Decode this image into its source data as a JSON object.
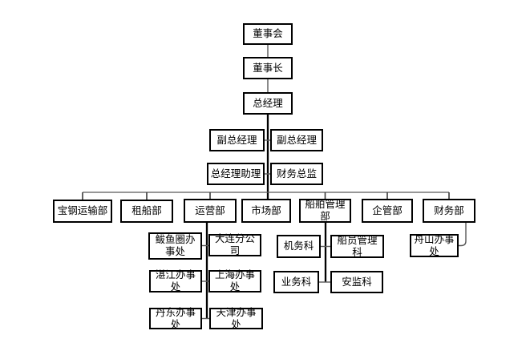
{
  "colors": {
    "background": "#ffffff",
    "box_border": "#000000",
    "box_fill": "#ffffff",
    "text": "#000000",
    "connector": "#595959",
    "drop": "#3a3a3a",
    "trunk": "#000000"
  },
  "nodes": {
    "board": {
      "label": "董事会"
    },
    "chairman": {
      "label": "董事长"
    },
    "general_manager": {
      "label": "总经理"
    },
    "deputy_gm_left": {
      "label": "副总经理"
    },
    "deputy_gm_right": {
      "label": "副总经理"
    },
    "gm_assistant": {
      "label": "总经理助理"
    },
    "finance_director": {
      "label": "财务总监"
    },
    "baosteel_transport_dept": {
      "label": "宝钢运输部"
    },
    "chartering_dept": {
      "label": "租船部"
    },
    "operations_dept": {
      "label": "运营部"
    },
    "market_dept": {
      "label": "市场部"
    },
    "ship_management_dept": {
      "label": "船舶管理部"
    },
    "enterprise_management_dept": {
      "label": "企管部"
    },
    "finance_dept": {
      "label": "财务部"
    },
    "bayuquan_office": {
      "label": "鲅鱼圈办事处"
    },
    "dalian_branch": {
      "label": "大连分公司"
    },
    "zhanjiang_office": {
      "label": "湛江办事处"
    },
    "shanghai_office": {
      "label": "上海办事处"
    },
    "dandong_office": {
      "label": "丹东办事处"
    },
    "tianjin_office": {
      "label": "天津办事处"
    },
    "engineering_section": {
      "label": "机务科"
    },
    "crew_management_section": {
      "label": "船员管理科"
    },
    "business_section": {
      "label": "业务科"
    },
    "safety_supervision_section": {
      "label": "安监科"
    },
    "zhoushan_office": {
      "label": "舟山办事处"
    }
  },
  "edges": [
    [
      "board",
      "chairman"
    ],
    [
      "chairman",
      "general_manager"
    ],
    [
      "general_manager",
      "deputy_gm_left"
    ],
    [
      "general_manager",
      "deputy_gm_right"
    ],
    [
      "general_manager",
      "gm_assistant"
    ],
    [
      "general_manager",
      "finance_director"
    ],
    [
      "general_manager",
      "baosteel_transport_dept"
    ],
    [
      "general_manager",
      "chartering_dept"
    ],
    [
      "general_manager",
      "operations_dept"
    ],
    [
      "general_manager",
      "market_dept"
    ],
    [
      "general_manager",
      "ship_management_dept"
    ],
    [
      "general_manager",
      "enterprise_management_dept"
    ],
    [
      "general_manager",
      "finance_dept"
    ],
    [
      "operations_dept",
      "bayuquan_office"
    ],
    [
      "operations_dept",
      "dalian_branch"
    ],
    [
      "operations_dept",
      "zhanjiang_office"
    ],
    [
      "operations_dept",
      "shanghai_office"
    ],
    [
      "operations_dept",
      "dandong_office"
    ],
    [
      "operations_dept",
      "tianjin_office"
    ],
    [
      "ship_management_dept",
      "engineering_section"
    ],
    [
      "ship_management_dept",
      "crew_management_section"
    ],
    [
      "ship_management_dept",
      "business_section"
    ],
    [
      "ship_management_dept",
      "safety_supervision_section"
    ],
    [
      "finance_dept",
      "zhoushan_office"
    ]
  ]
}
